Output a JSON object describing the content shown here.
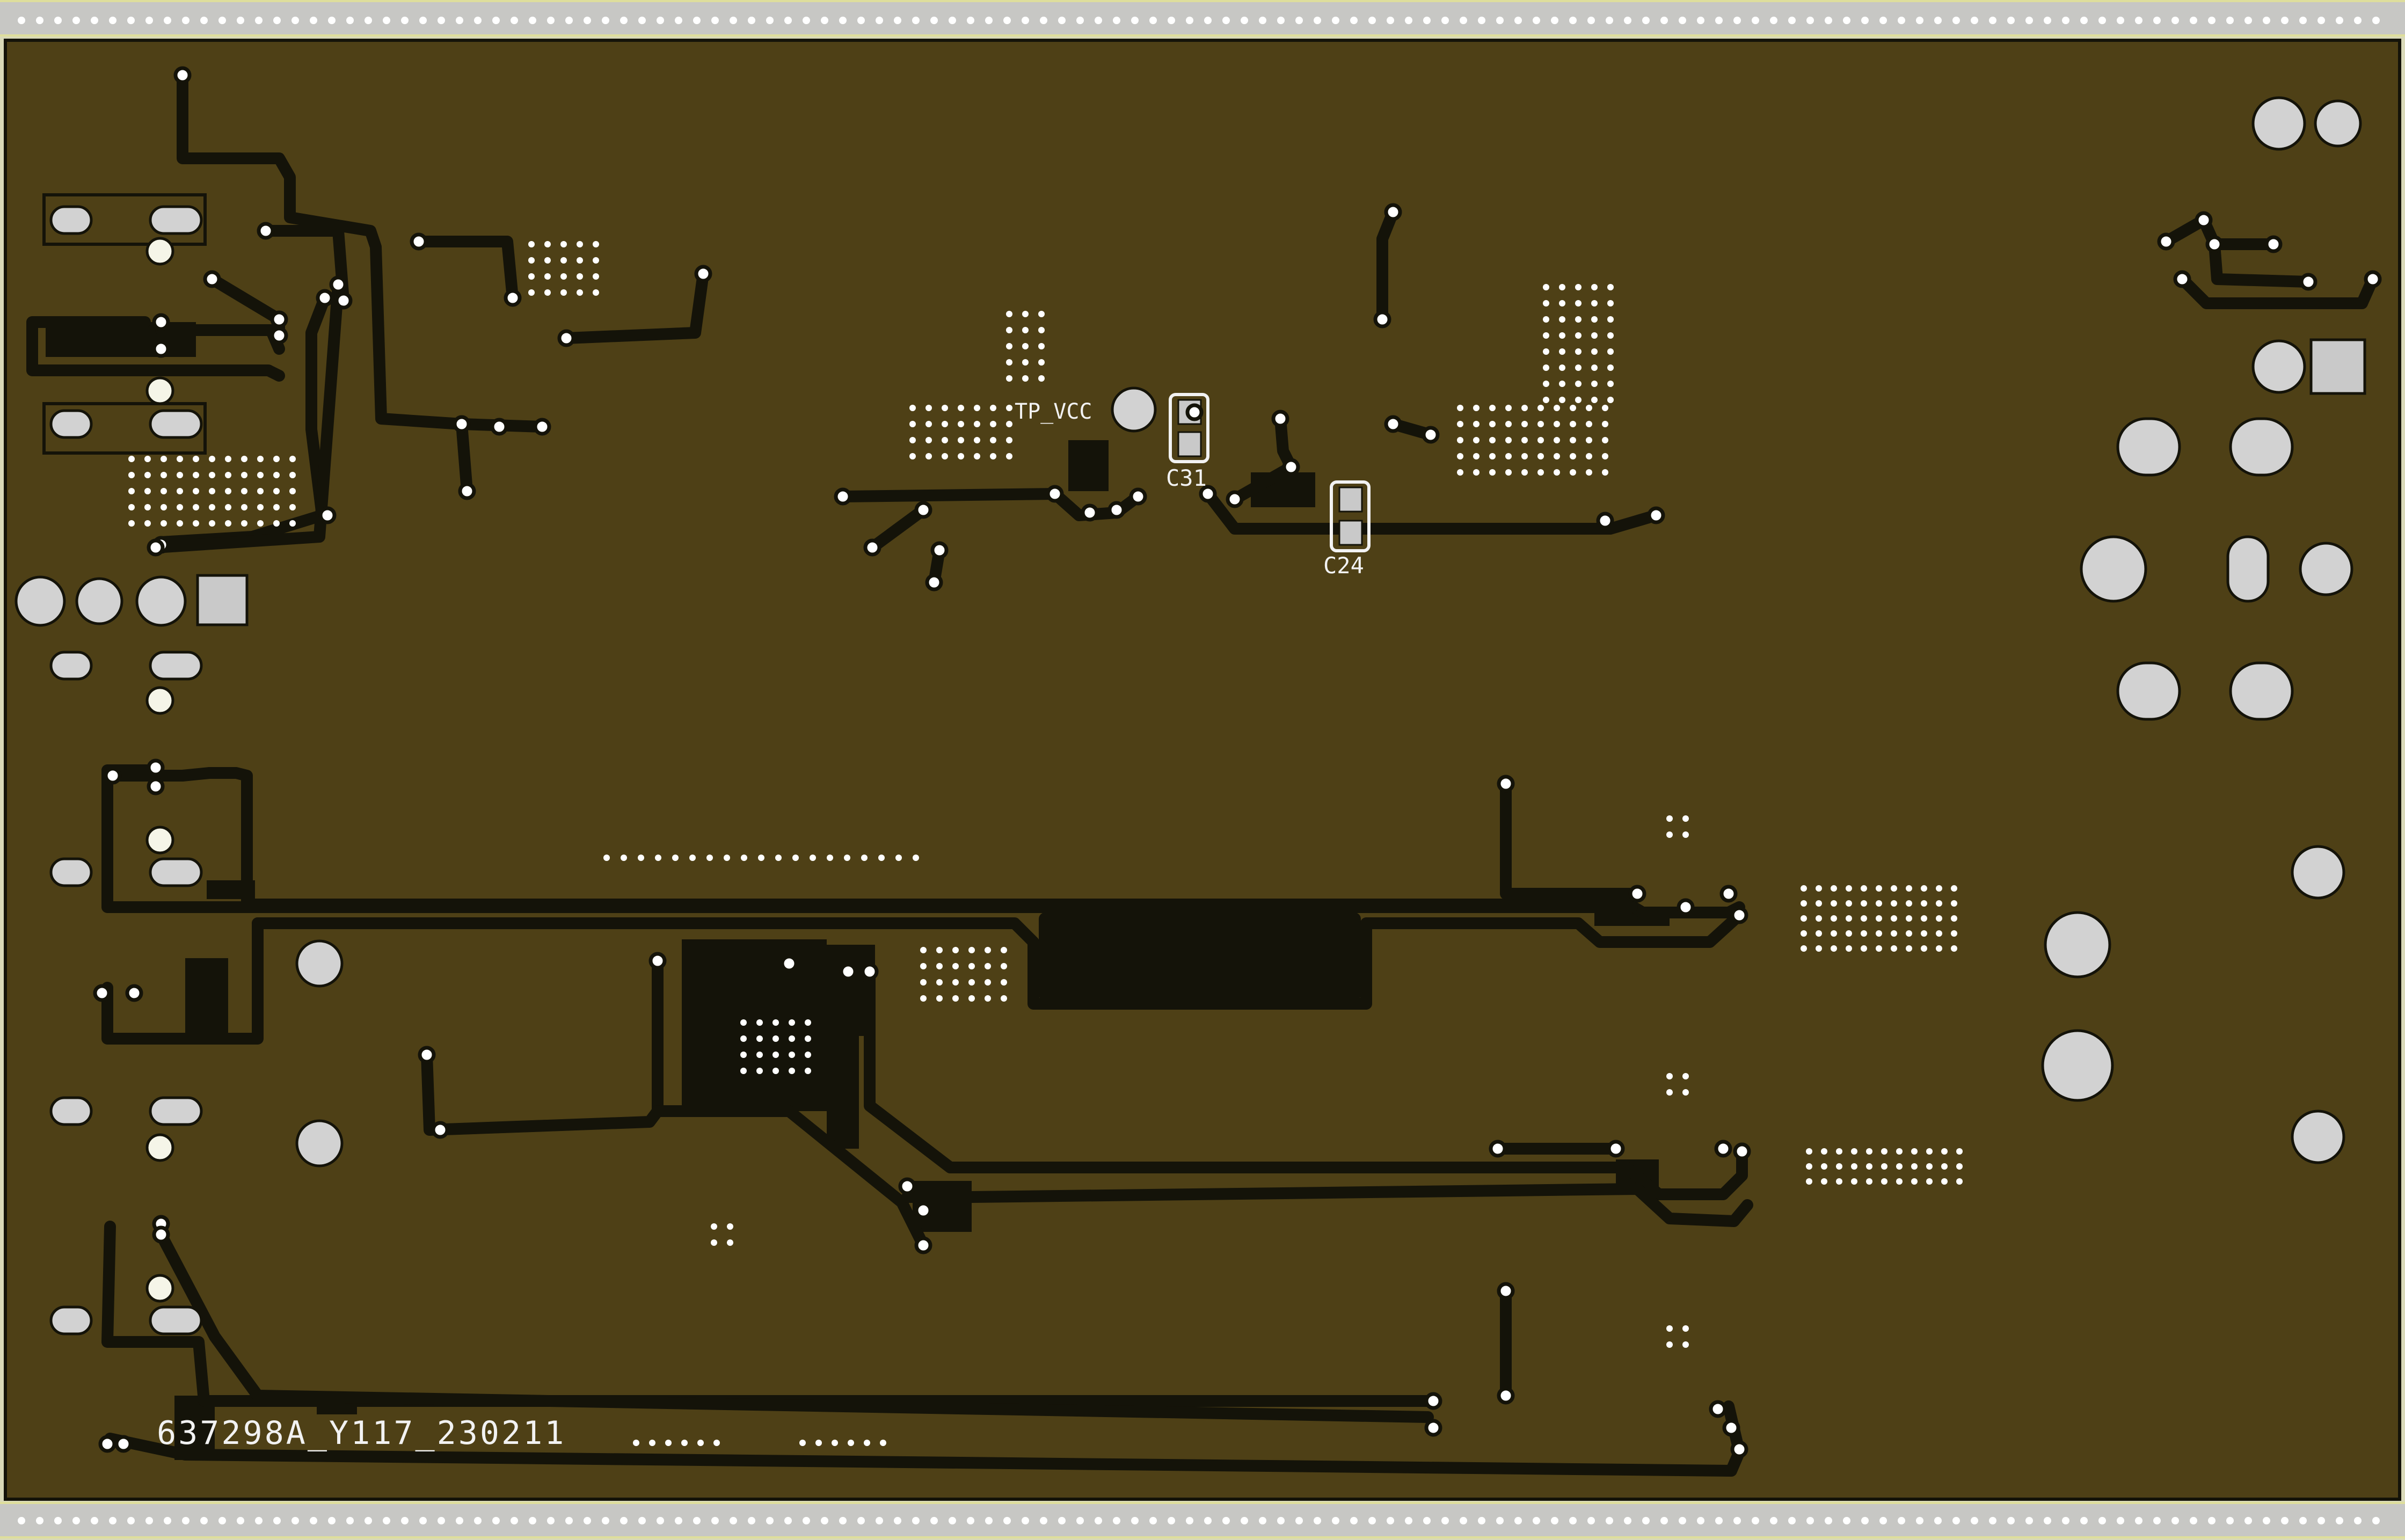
{
  "board": {
    "id_text": "637298A_Y117_230211",
    "colors": {
      "soldermask": "#4e4016",
      "copper_trace": "#141309",
      "pad": "#d2d2d2",
      "silkscreen": "#f2f2f2",
      "rail": "#c7c7c4",
      "rail_edge": "#dede9c",
      "drill": "#f5f5e8"
    }
  },
  "labels": {
    "tp_vcc": "TP_VCC",
    "c31": "C31",
    "c24": "C24"
  }
}
